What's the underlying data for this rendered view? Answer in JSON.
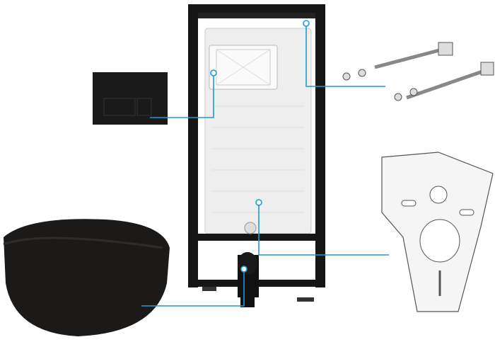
{
  "colors": {
    "frame": "#161616",
    "tank": "#eeeeee",
    "callout": "#1e9ad6",
    "toilet": "#1c1a18",
    "gasket": "#f5f5f5"
  },
  "components": [
    {
      "name": "flush-plate",
      "icon": "flush-plate-icon"
    },
    {
      "name": "installation-frame",
      "icon": "frame-icon"
    },
    {
      "name": "mounting-bolts",
      "icon": "bolt-icon"
    },
    {
      "name": "sound-insulation-mat",
      "icon": "gasket-icon"
    },
    {
      "name": "wall-hung-toilet",
      "icon": "toilet-icon"
    }
  ]
}
